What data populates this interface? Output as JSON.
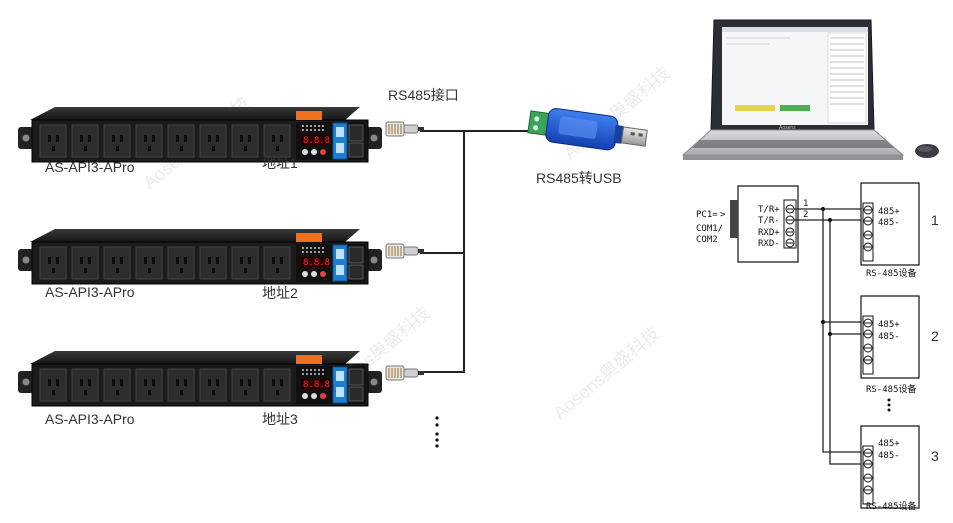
{
  "watermark": "Aosens奥盛科技",
  "pdus": [
    {
      "model": "AS-API3-APro",
      "address": "地址1"
    },
    {
      "model": "AS-API3-APro",
      "address": "地址2"
    },
    {
      "model": "AS-API3-APro",
      "address": "地址3"
    }
  ],
  "rs485_port_label": "RS485接口",
  "converter_label": "RS485转USB",
  "laptop_brand": "Aosens",
  "pc_block": {
    "pc_label": "PC1=",
    "arrow": ">",
    "com1": "COM1/",
    "com2": "COM2",
    "pins": [
      "T/R+",
      "T/R-",
      "RXD+",
      "RXD-"
    ],
    "wire_numbers": [
      "1",
      "2"
    ]
  },
  "devices": [
    {
      "number": "1",
      "label": "RS-485设备",
      "pin_plus": "485+",
      "pin_minus": "485-"
    },
    {
      "number": "2",
      "label": "RS-485设备",
      "pin_plus": "485+",
      "pin_minus": "485-"
    },
    {
      "number": "3",
      "label": "RS-485设备",
      "pin_plus": "485+",
      "pin_minus": "485-"
    }
  ],
  "colors": {
    "pdu_body": "#1e1e1e",
    "display_red": "#e02020",
    "blue_module": "#1e7fd0",
    "orange_tag": "#f07020",
    "converter_blue": "#1c5bd8",
    "terminal_green": "#3aa55a"
  }
}
